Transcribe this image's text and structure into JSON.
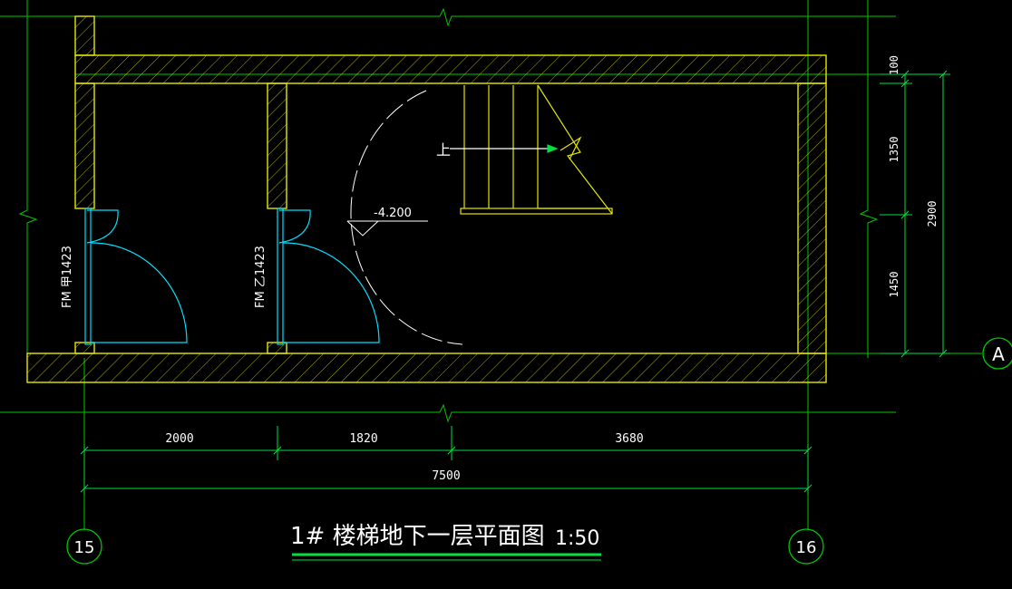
{
  "drawing": {
    "title": "1# 楼梯地下一层平面图",
    "scale": "1:50",
    "colors": {
      "background": "#000000",
      "wall": "#e6e600",
      "grid": "#00c800",
      "dimension": "#00e040",
      "door": "#00e0ff",
      "text": "#ffffff"
    }
  },
  "axes": {
    "left": "15",
    "right": "16",
    "row": "A"
  },
  "doors": {
    "left_label": "FM 甲1423",
    "middle_label": "FM 乙1423"
  },
  "elevation": "-4.200",
  "stair": {
    "direction_label": "上"
  },
  "dimensions": {
    "bottom_segments": [
      "2000",
      "1820",
      "3680"
    ],
    "bottom_total": "7500",
    "right_segments": [
      "100",
      "1350",
      "1450"
    ],
    "right_total": "2900"
  }
}
